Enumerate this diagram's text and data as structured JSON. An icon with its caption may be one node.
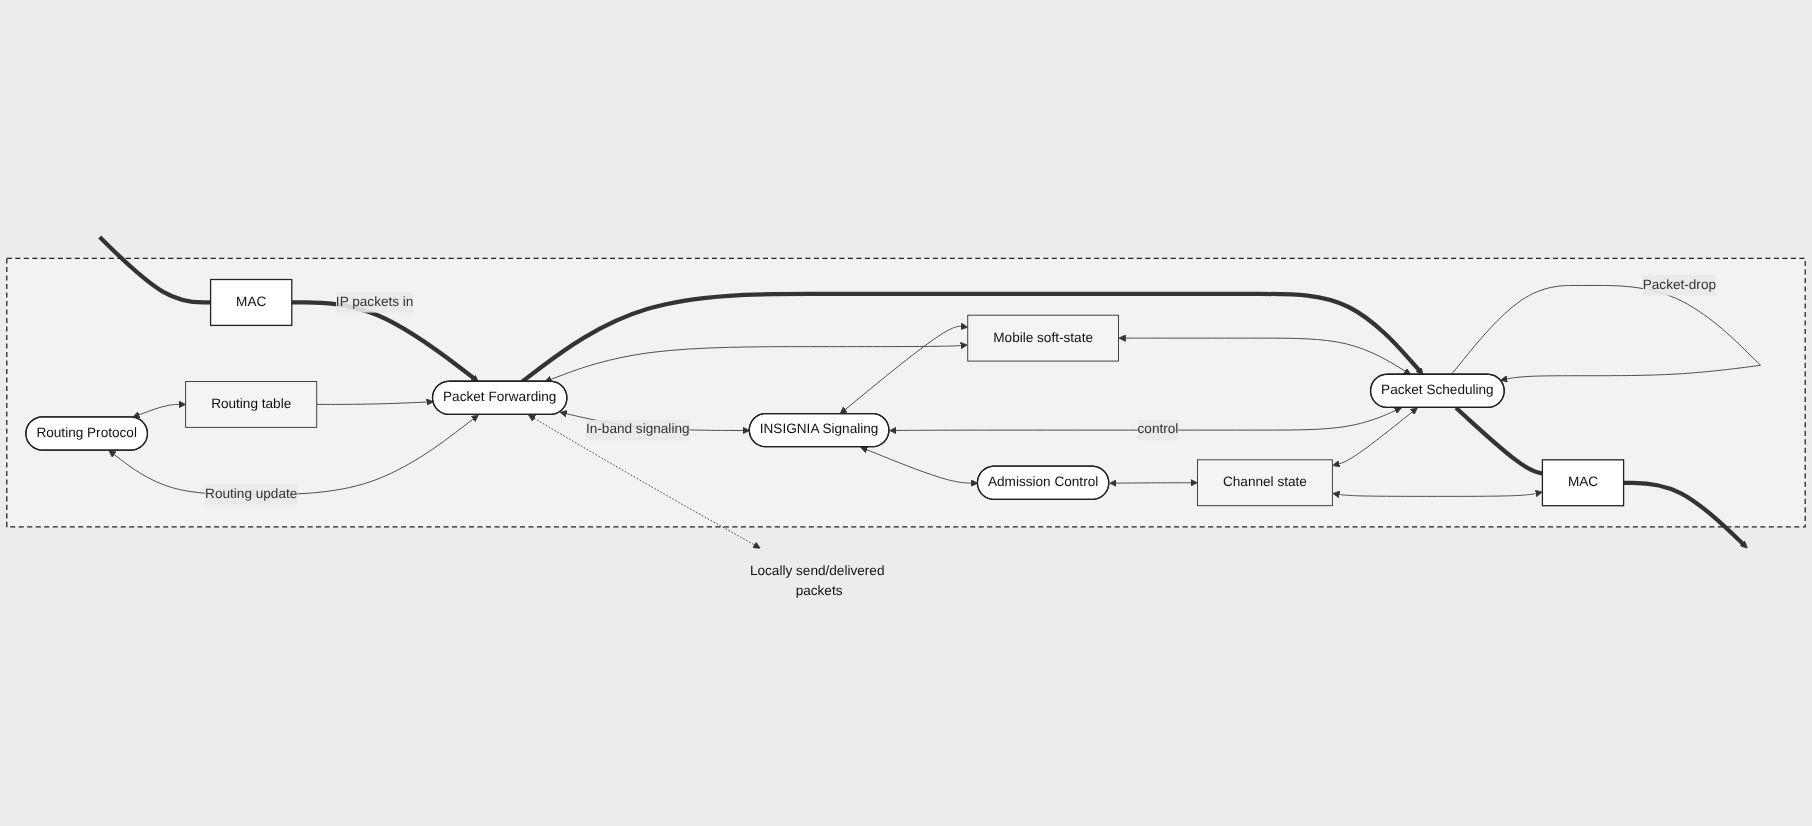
{
  "diagram": {
    "nodes": [
      {
        "text": [],
        "shape": "box"
      },
      {
        "text": [
          "Routing Protocol"
        ],
        "in": 0
      },
      {
        "text": [
          "INSIGNIA Signaling"
        ],
        "in": 0
      },
      {
        "text": [
          "Admission Control"
        ],
        "in": 0
      },
      {
        "text": [
          "Routing table"
        ],
        "in": 0
      },
      {
        "text": [
          "Mobile soft-state"
        ],
        "in": 0
      },
      {
        "text": [
          "Channel state"
        ],
        "in": 0
      },
      {
        "text": [
          "MAC"
        ],
        "in": 0
      },
      {
        "text": [
          "Packet Forwarding"
        ],
        "in": 0
      },
      {
        "text": [
          "Packet Scheduling"
        ],
        "in": 0
      },
      {
        "text": [
          "MAC"
        ],
        "in": 0
      },
      {
        "text": [
          "Locally send/delivered packets"
        ]
      }
    ],
    "edges": [
      {
        "from": null,
        "to": 7,
        "arrow": "none",
        "style": "thick"
      },
      {
        "from": 7,
        "to": 8,
        "arrow": "to",
        "style": "thick",
        "label": "IP packets in"
      },
      {
        "from": 8,
        "to": 9,
        "arrow": "to",
        "style": "thick"
      },
      {
        "from": 9,
        "to": 10,
        "arrow": "none",
        "style": "thick"
      },
      {
        "from": 10,
        "to": null,
        "arrow": "to",
        "style": "thick"
      },
      {
        "from": 1,
        "to": 4,
        "arrow": "both"
      },
      {
        "from": 4,
        "to": 8,
        "arrow": "to"
      },
      {
        "from": 8,
        "to": 1,
        "arrow": "both",
        "label": "Routing update"
      },
      {
        "from": 8,
        "to": 11,
        "arrow": "both",
        "style": "dashed"
      },
      {
        "from": 8,
        "to": 2,
        "arrow": "both",
        "label": "In-band signaling"
      },
      {
        "from": 2,
        "to": 5,
        "arrow": "both"
      },
      {
        "from": 5,
        "to": 8,
        "arrow": "both"
      },
      {
        "from": 5,
        "to": 9,
        "arrow": "both"
      },
      {
        "from": 2,
        "to": 9,
        "arrow": "both",
        "label": "control"
      },
      {
        "from": 9,
        "to": 9,
        "arrow": "to",
        "label": "Packet-drop"
      },
      {
        "from": 2,
        "to": 3,
        "arrow": "both"
      },
      {
        "from": 3,
        "to": 6,
        "arrow": "both"
      },
      {
        "from": 6,
        "to": 9,
        "arrow": "both"
      },
      {
        "from": 6,
        "to": 10,
        "arrow": "both"
      }
    ]
  }
}
